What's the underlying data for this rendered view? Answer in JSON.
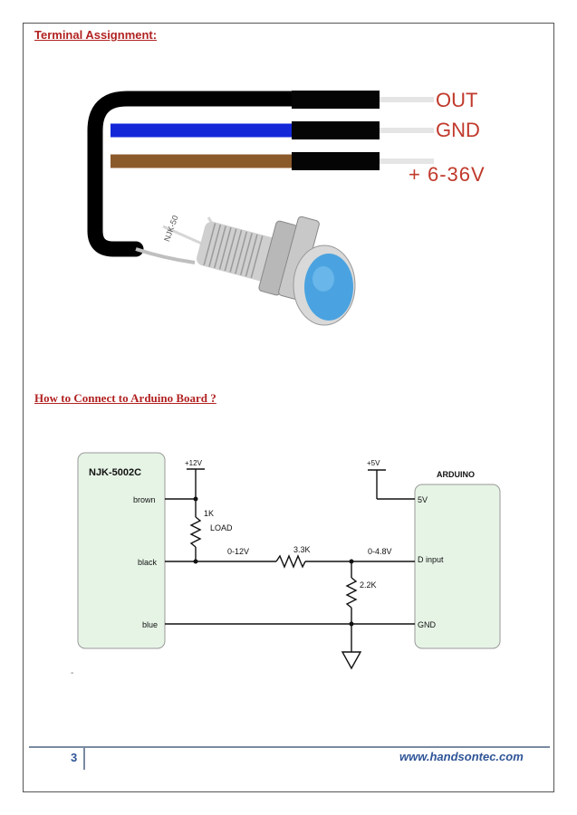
{
  "headings": {
    "terminal": "Terminal Assignment:",
    "connect": "How to Connect to Arduino Board ?"
  },
  "sensor": {
    "wires": [
      {
        "color": "#000000",
        "label": "OUT"
      },
      {
        "color": "#1428d8",
        "label": "GND"
      },
      {
        "color": "#8b5a2b",
        "label": "+ 6-36V"
      }
    ],
    "body_text": "NJK-50",
    "label_color": "#c0392b",
    "cap_color": "#4aa3e0"
  },
  "schematic": {
    "sensor_box": {
      "title": "NJK-5002C",
      "pins": [
        "brown",
        "black",
        "blue"
      ],
      "fill": "#e6f4e6"
    },
    "arduino_box": {
      "title": "ARDUINO",
      "pins": [
        "5V",
        "D input",
        "GND"
      ],
      "fill": "#e6f4e6"
    },
    "supply_12v": "+12V",
    "supply_5v": "+5V",
    "load_value": "1K",
    "load_label": "LOAD",
    "r_series": "3.3K",
    "r_divider": "2.2K",
    "voltage_in": "0-12V",
    "voltage_out": "0-4.8V"
  },
  "stray_mark": "-",
  "footer": {
    "page_number": "3",
    "website": "www.handsontec.com"
  }
}
